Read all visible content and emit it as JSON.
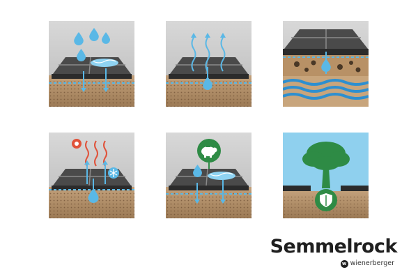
{
  "brand": {
    "name": "Semmelrock",
    "parent": "wienerberger",
    "parent_mark": "w"
  },
  "icons": [
    {
      "name": "rain-infiltration-icon"
    },
    {
      "name": "evaporation-icon"
    },
    {
      "name": "groundwater-recharge-icon"
    },
    {
      "name": "climate-cooling-icon"
    },
    {
      "name": "cost-saving-icon"
    },
    {
      "name": "tree-protection-icon"
    }
  ],
  "colors": {
    "water": "#5ab8e6",
    "paver": "#3d3d3d",
    "soil": "#b28d66",
    "green": "#2e8b45",
    "heat": "#e0523a"
  }
}
